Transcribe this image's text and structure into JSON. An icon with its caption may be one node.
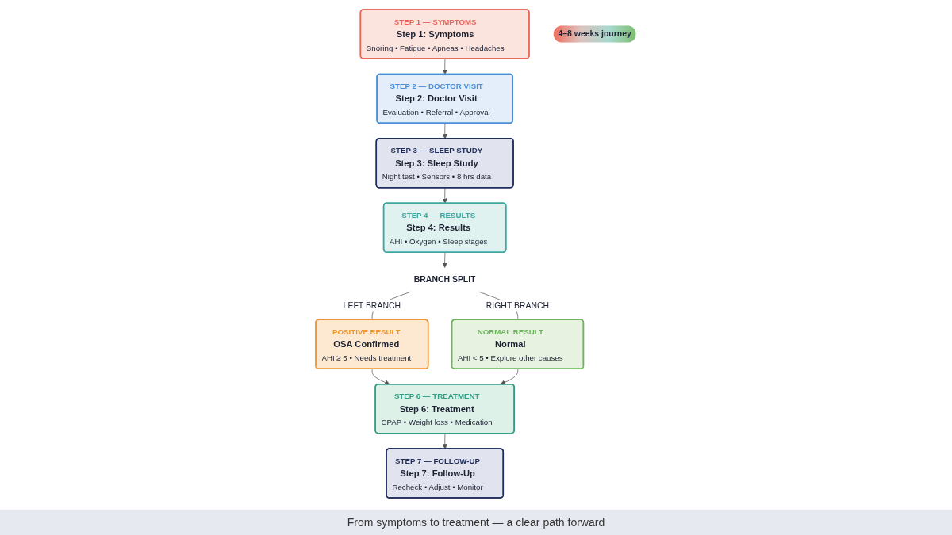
{
  "diagram": {
    "caption": "From symptoms to treatment — a clear path forward",
    "nodes": [
      {
        "text": [
          "STEP 1 — SYMPTOMS",
          "Step 1: Symptoms",
          "Snoring • Fatigue • Apneas • Headaches"
        ]
      },
      {
        "text": [
          "STEP 2 — DOCTOR VISIT",
          "Step 2: Doctor Visit",
          "Evaluation • Referral • Approval"
        ]
      },
      {
        "text": [
          "STEP 3 — SLEEP STUDY",
          "Step 3: Sleep Study",
          "Night test • Sensors • 8 hrs data"
        ]
      },
      {
        "text": [
          "STEP 4 — RESULTS",
          "Step 4: Results",
          "AHI • Oxygen • Sleep stages"
        ]
      },
      {
        "text": [
          "BRANCH SPLIT"
        ]
      },
      {
        "text": [
          "POSITIVE RESULT",
          "OSA Confirmed",
          "AHI ≥ 5 • Needs treatment"
        ]
      },
      {
        "text": [
          "NORMAL RESULT",
          "Normal",
          "AHI < 5 • Explore other causes"
        ]
      },
      {
        "text": [
          "STEP 6 — TREATMENT",
          "Step 6: Treatment",
          "CPAP • Weight loss • Medication"
        ]
      },
      {
        "text": [
          "STEP 7 — FOLLOW-UP",
          "Step 7: Follow-Up",
          "Recheck • Adjust • Monitor"
        ]
      },
      {
        "text": [
          "4–8 weeks journey"
        ]
      }
    ],
    "edges": [
      {
        "from": 0,
        "to": 1,
        "arrow": "to"
      },
      {
        "from": 1,
        "to": 2,
        "arrow": "to"
      },
      {
        "from": 2,
        "to": 3,
        "arrow": "to"
      },
      {
        "from": 3,
        "to": 4,
        "arrow": "to"
      },
      {
        "from": 4,
        "to": 5,
        "arrow": "none",
        "label": "LEFT BRANCH"
      },
      {
        "from": 4,
        "to": 6,
        "arrow": "none",
        "label": "RIGHT BRANCH"
      },
      {
        "from": 5,
        "to": 7,
        "arrow": "to"
      },
      {
        "from": 6,
        "to": 7,
        "arrow": "to"
      },
      {
        "from": 7,
        "to": 8,
        "arrow": "to"
      }
    ]
  }
}
